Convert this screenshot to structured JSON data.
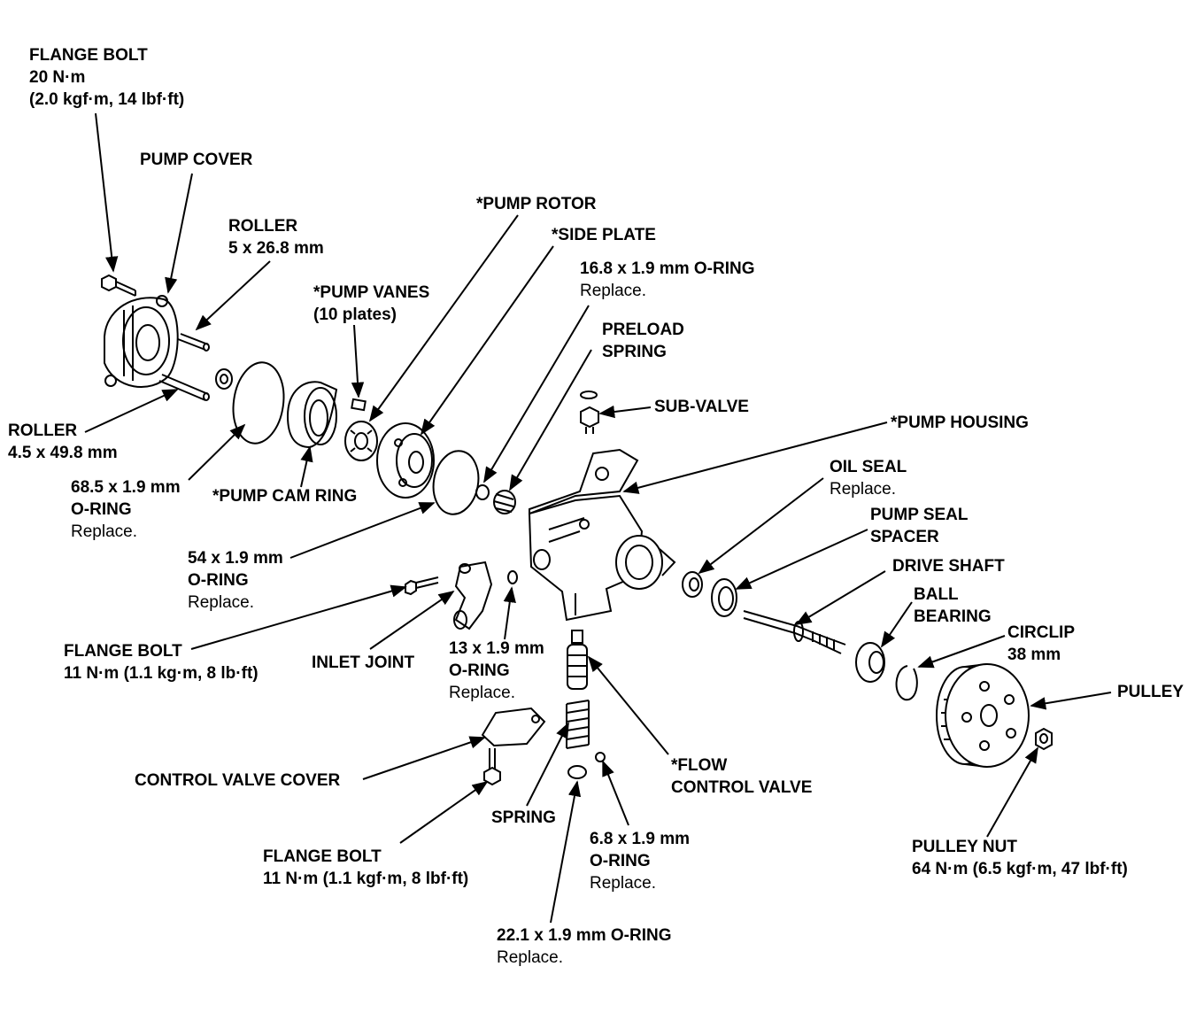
{
  "labels": {
    "flange_bolt_top": {
      "title": "FLANGE BOLT",
      "line2": "20 N·m",
      "line3": "(2.0 kgf·m, 14 lbf·ft)"
    },
    "pump_cover": {
      "title": "PUMP COVER"
    },
    "roller_upper": {
      "title": "ROLLER",
      "line2": "5 x 26.8 mm"
    },
    "pump_rotor": {
      "title": "*PUMP ROTOR"
    },
    "side_plate": {
      "title": "*SIDE PLATE"
    },
    "oring_16_8": {
      "title": "16.8 x 1.9 mm O-RING",
      "note": "Replace."
    },
    "pump_vanes": {
      "title": "*PUMP VANES",
      "line2": "(10 plates)"
    },
    "preload_spring": {
      "title": "PRELOAD",
      "line2": "SPRING"
    },
    "sub_valve": {
      "title": "SUB-VALVE"
    },
    "pump_housing": {
      "title": "*PUMP HOUSING"
    },
    "roller_lower": {
      "title": "ROLLER",
      "line2": "4.5 x 49.8 mm"
    },
    "oring_68_5": {
      "title": "68.5 x 1.9 mm",
      "line2": "O-RING",
      "note": "Replace."
    },
    "pump_cam_ring": {
      "title": "*PUMP CAM RING"
    },
    "oil_seal": {
      "title": "OIL SEAL",
      "note": "Replace."
    },
    "pump_seal_spacer": {
      "title": "PUMP SEAL",
      "line2": "SPACER"
    },
    "drive_shaft": {
      "title": "DRIVE SHAFT"
    },
    "oring_54": {
      "title": "54 x 1.9 mm",
      "line2": "O-RING",
      "note": "Replace."
    },
    "ball_bearing": {
      "title": "BALL",
      "line2": "BEARING"
    },
    "circlip": {
      "title": "CIRCLIP",
      "line2": "38 mm"
    },
    "pulley": {
      "title": "PULLEY"
    },
    "flange_bolt_inlet": {
      "title": "FLANGE BOLT",
      "line2": "11 N·m (1.1 kg·m, 8 lb·ft)"
    },
    "inlet_joint": {
      "title": "INLET JOINT"
    },
    "oring_13": {
      "title": "13 x 1.9 mm",
      "line2": "O-RING",
      "note": "Replace."
    },
    "flow_control_valve": {
      "title": "*FLOW",
      "line2": "CONTROL VALVE"
    },
    "control_valve_cover": {
      "title": "CONTROL VALVE COVER"
    },
    "spring": {
      "title": "SPRING"
    },
    "oring_6_8": {
      "title": "6.8 x 1.9 mm",
      "line2": "O-RING",
      "note": "Replace."
    },
    "flange_bolt_cover": {
      "title": "FLANGE BOLT",
      "line2": "11 N·m (1.1 kgf·m, 8 lbf·ft)"
    },
    "pulley_nut": {
      "title": "PULLEY NUT",
      "line2": "64 N·m (6.5 kgf·m, 47 lbf·ft)"
    },
    "oring_22_1": {
      "title": "22.1 x 1.9 mm O-RING",
      "note": "Replace."
    }
  }
}
